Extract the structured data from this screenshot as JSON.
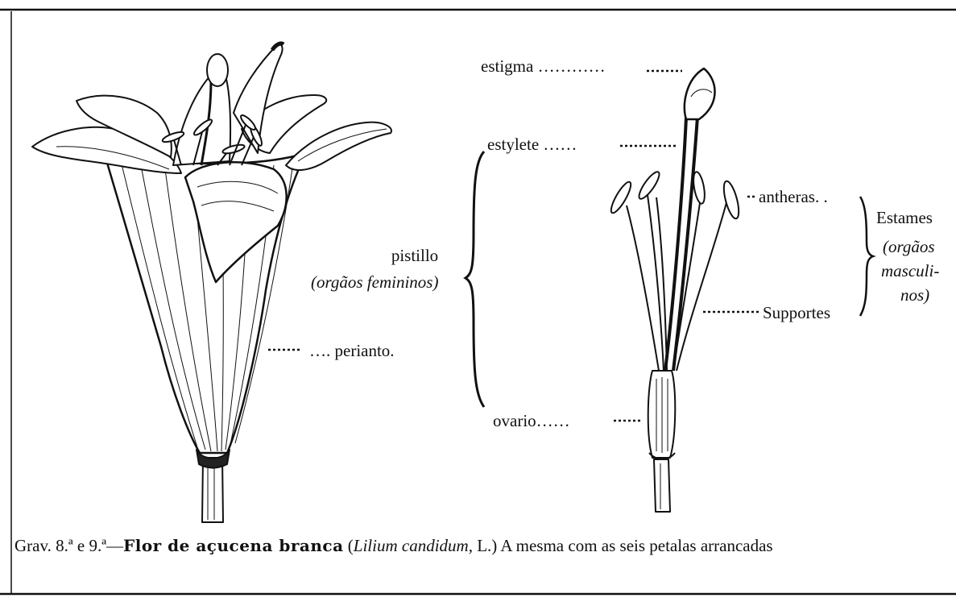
{
  "labels": {
    "estigma": "estigma",
    "estylete": "estylete",
    "pistillo": "pistillo",
    "orgaos_femininos": "(orgãos femininos)",
    "perianto": "perianto.",
    "ovario": "ovario",
    "antheras": "antheras",
    "estames": "Estames",
    "orgaos": "(orgãos",
    "masculi": "masculi-",
    "nos": "nos)",
    "supportes": "Supportes"
  },
  "caption": {
    "prefix": "Grav. 8.ª e 9.ª—",
    "bold_title": "Flor de açucena branca",
    "species_open": " (",
    "species": "Lilium candidum,",
    "species_close": " L.)",
    "rest": " A mesma com as seis petalas arrancadas"
  }
}
